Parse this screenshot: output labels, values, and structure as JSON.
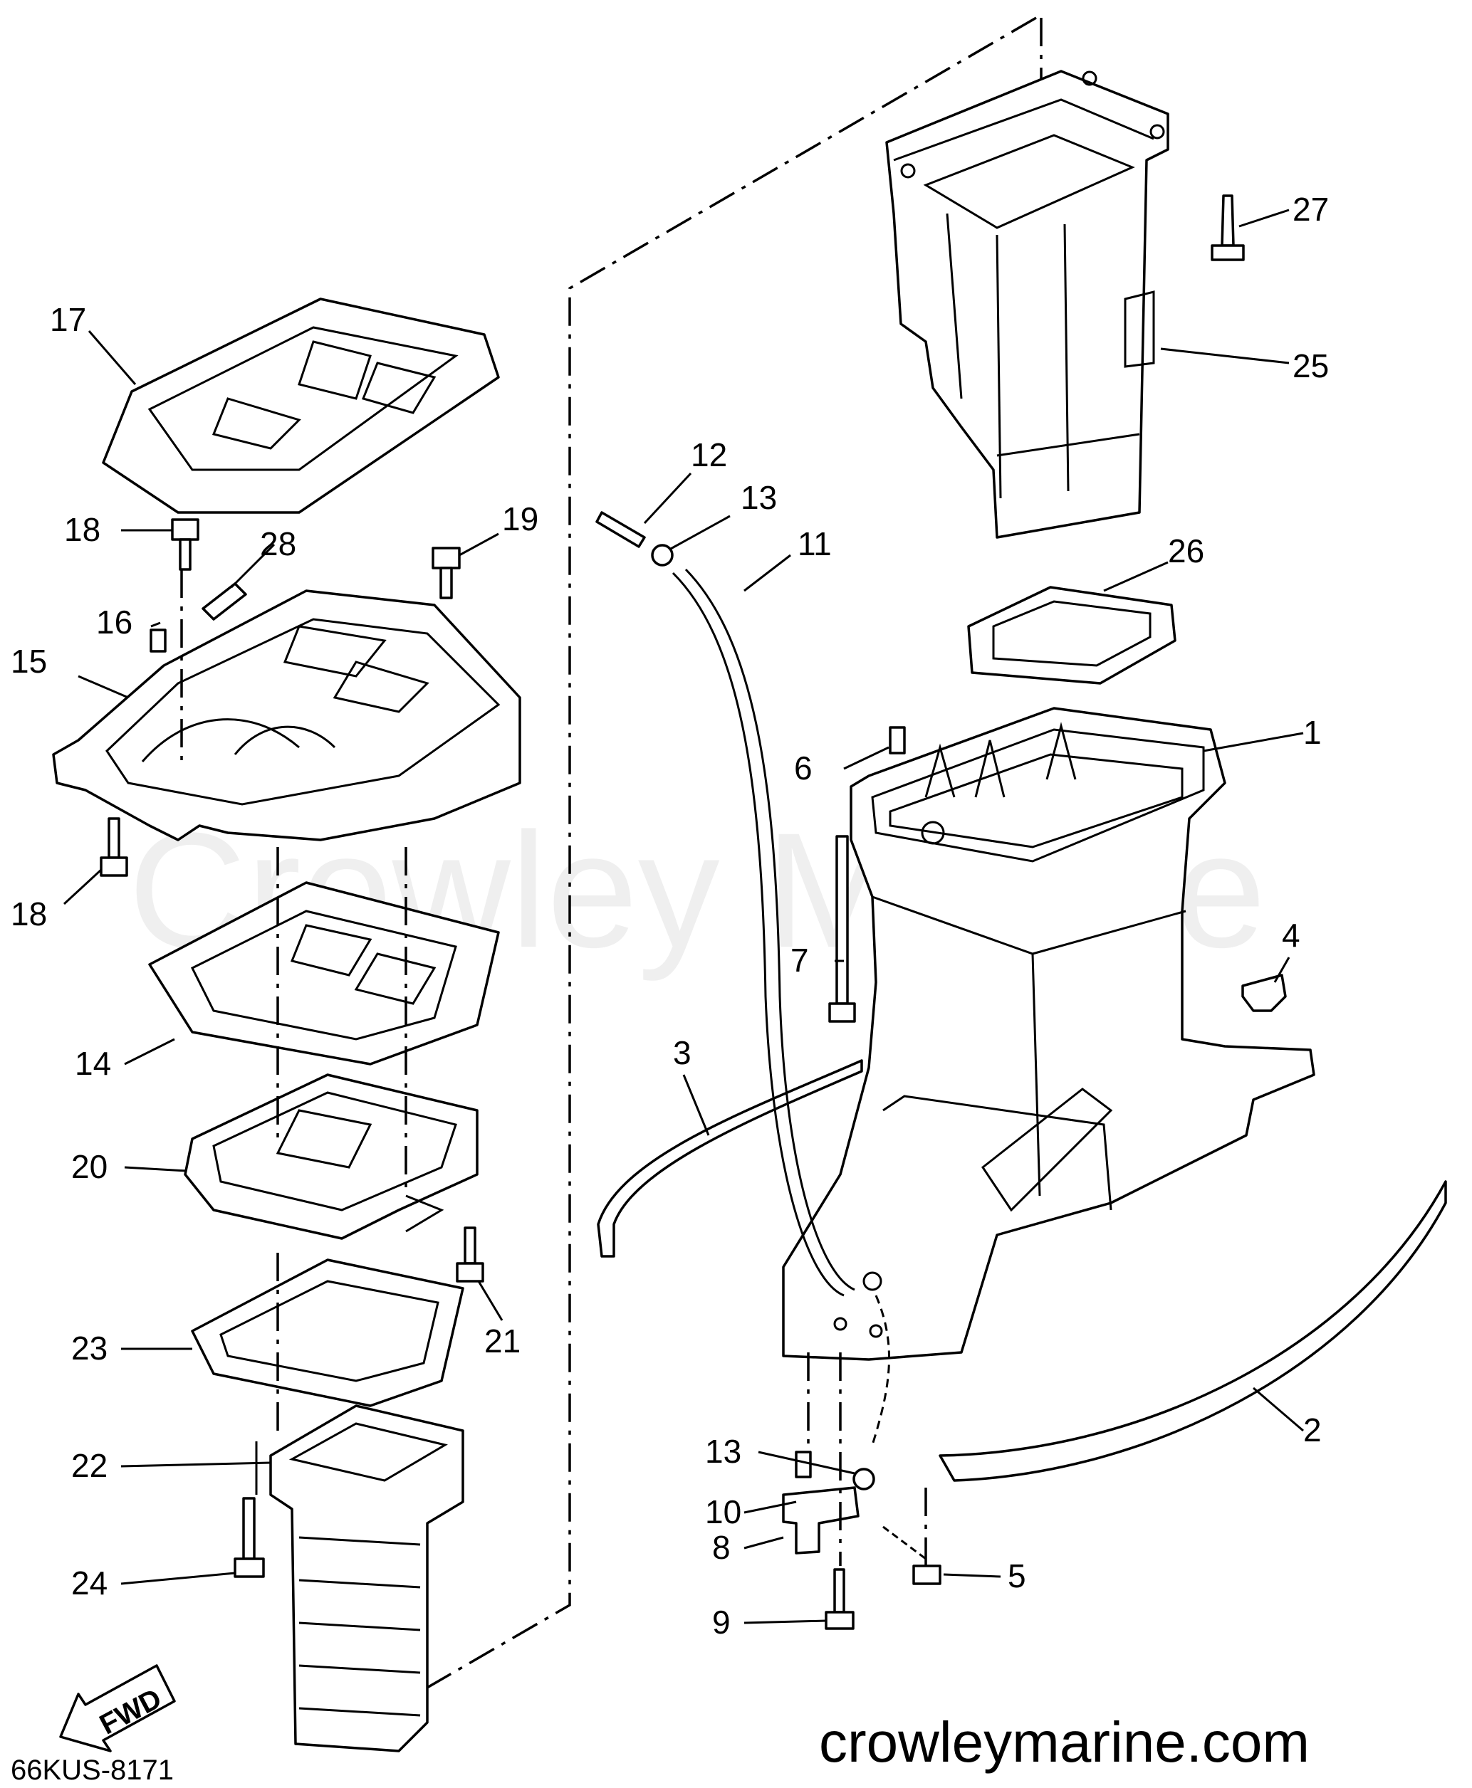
{
  "diagram_code": "66KUS-8171",
  "website": "crowleymarine.com",
  "watermark": "Crowley Marine",
  "direction_label": "FWD",
  "callouts": [
    {
      "id": "c1",
      "label": "1"
    },
    {
      "id": "c2",
      "label": "2"
    },
    {
      "id": "c3",
      "label": "3"
    },
    {
      "id": "c4",
      "label": "4"
    },
    {
      "id": "c5",
      "label": "5"
    },
    {
      "id": "c6",
      "label": "6"
    },
    {
      "id": "c7",
      "label": "7"
    },
    {
      "id": "c8",
      "label": "8"
    },
    {
      "id": "c9",
      "label": "9"
    },
    {
      "id": "c10",
      "label": "10"
    },
    {
      "id": "c11",
      "label": "11"
    },
    {
      "id": "c12",
      "label": "12"
    },
    {
      "id": "c13a",
      "label": "13"
    },
    {
      "id": "c13b",
      "label": "13"
    },
    {
      "id": "c14",
      "label": "14"
    },
    {
      "id": "c15",
      "label": "15"
    },
    {
      "id": "c16",
      "label": "16"
    },
    {
      "id": "c17",
      "label": "17"
    },
    {
      "id": "c18a",
      "label": "18"
    },
    {
      "id": "c18b",
      "label": "18"
    },
    {
      "id": "c19",
      "label": "19"
    },
    {
      "id": "c20",
      "label": "20"
    },
    {
      "id": "c21",
      "label": "21"
    },
    {
      "id": "c22",
      "label": "22"
    },
    {
      "id": "c23",
      "label": "23"
    },
    {
      "id": "c24",
      "label": "24"
    },
    {
      "id": "c25",
      "label": "25"
    },
    {
      "id": "c26",
      "label": "26"
    },
    {
      "id": "c27",
      "label": "27"
    },
    {
      "id": "c28",
      "label": "28"
    }
  ]
}
